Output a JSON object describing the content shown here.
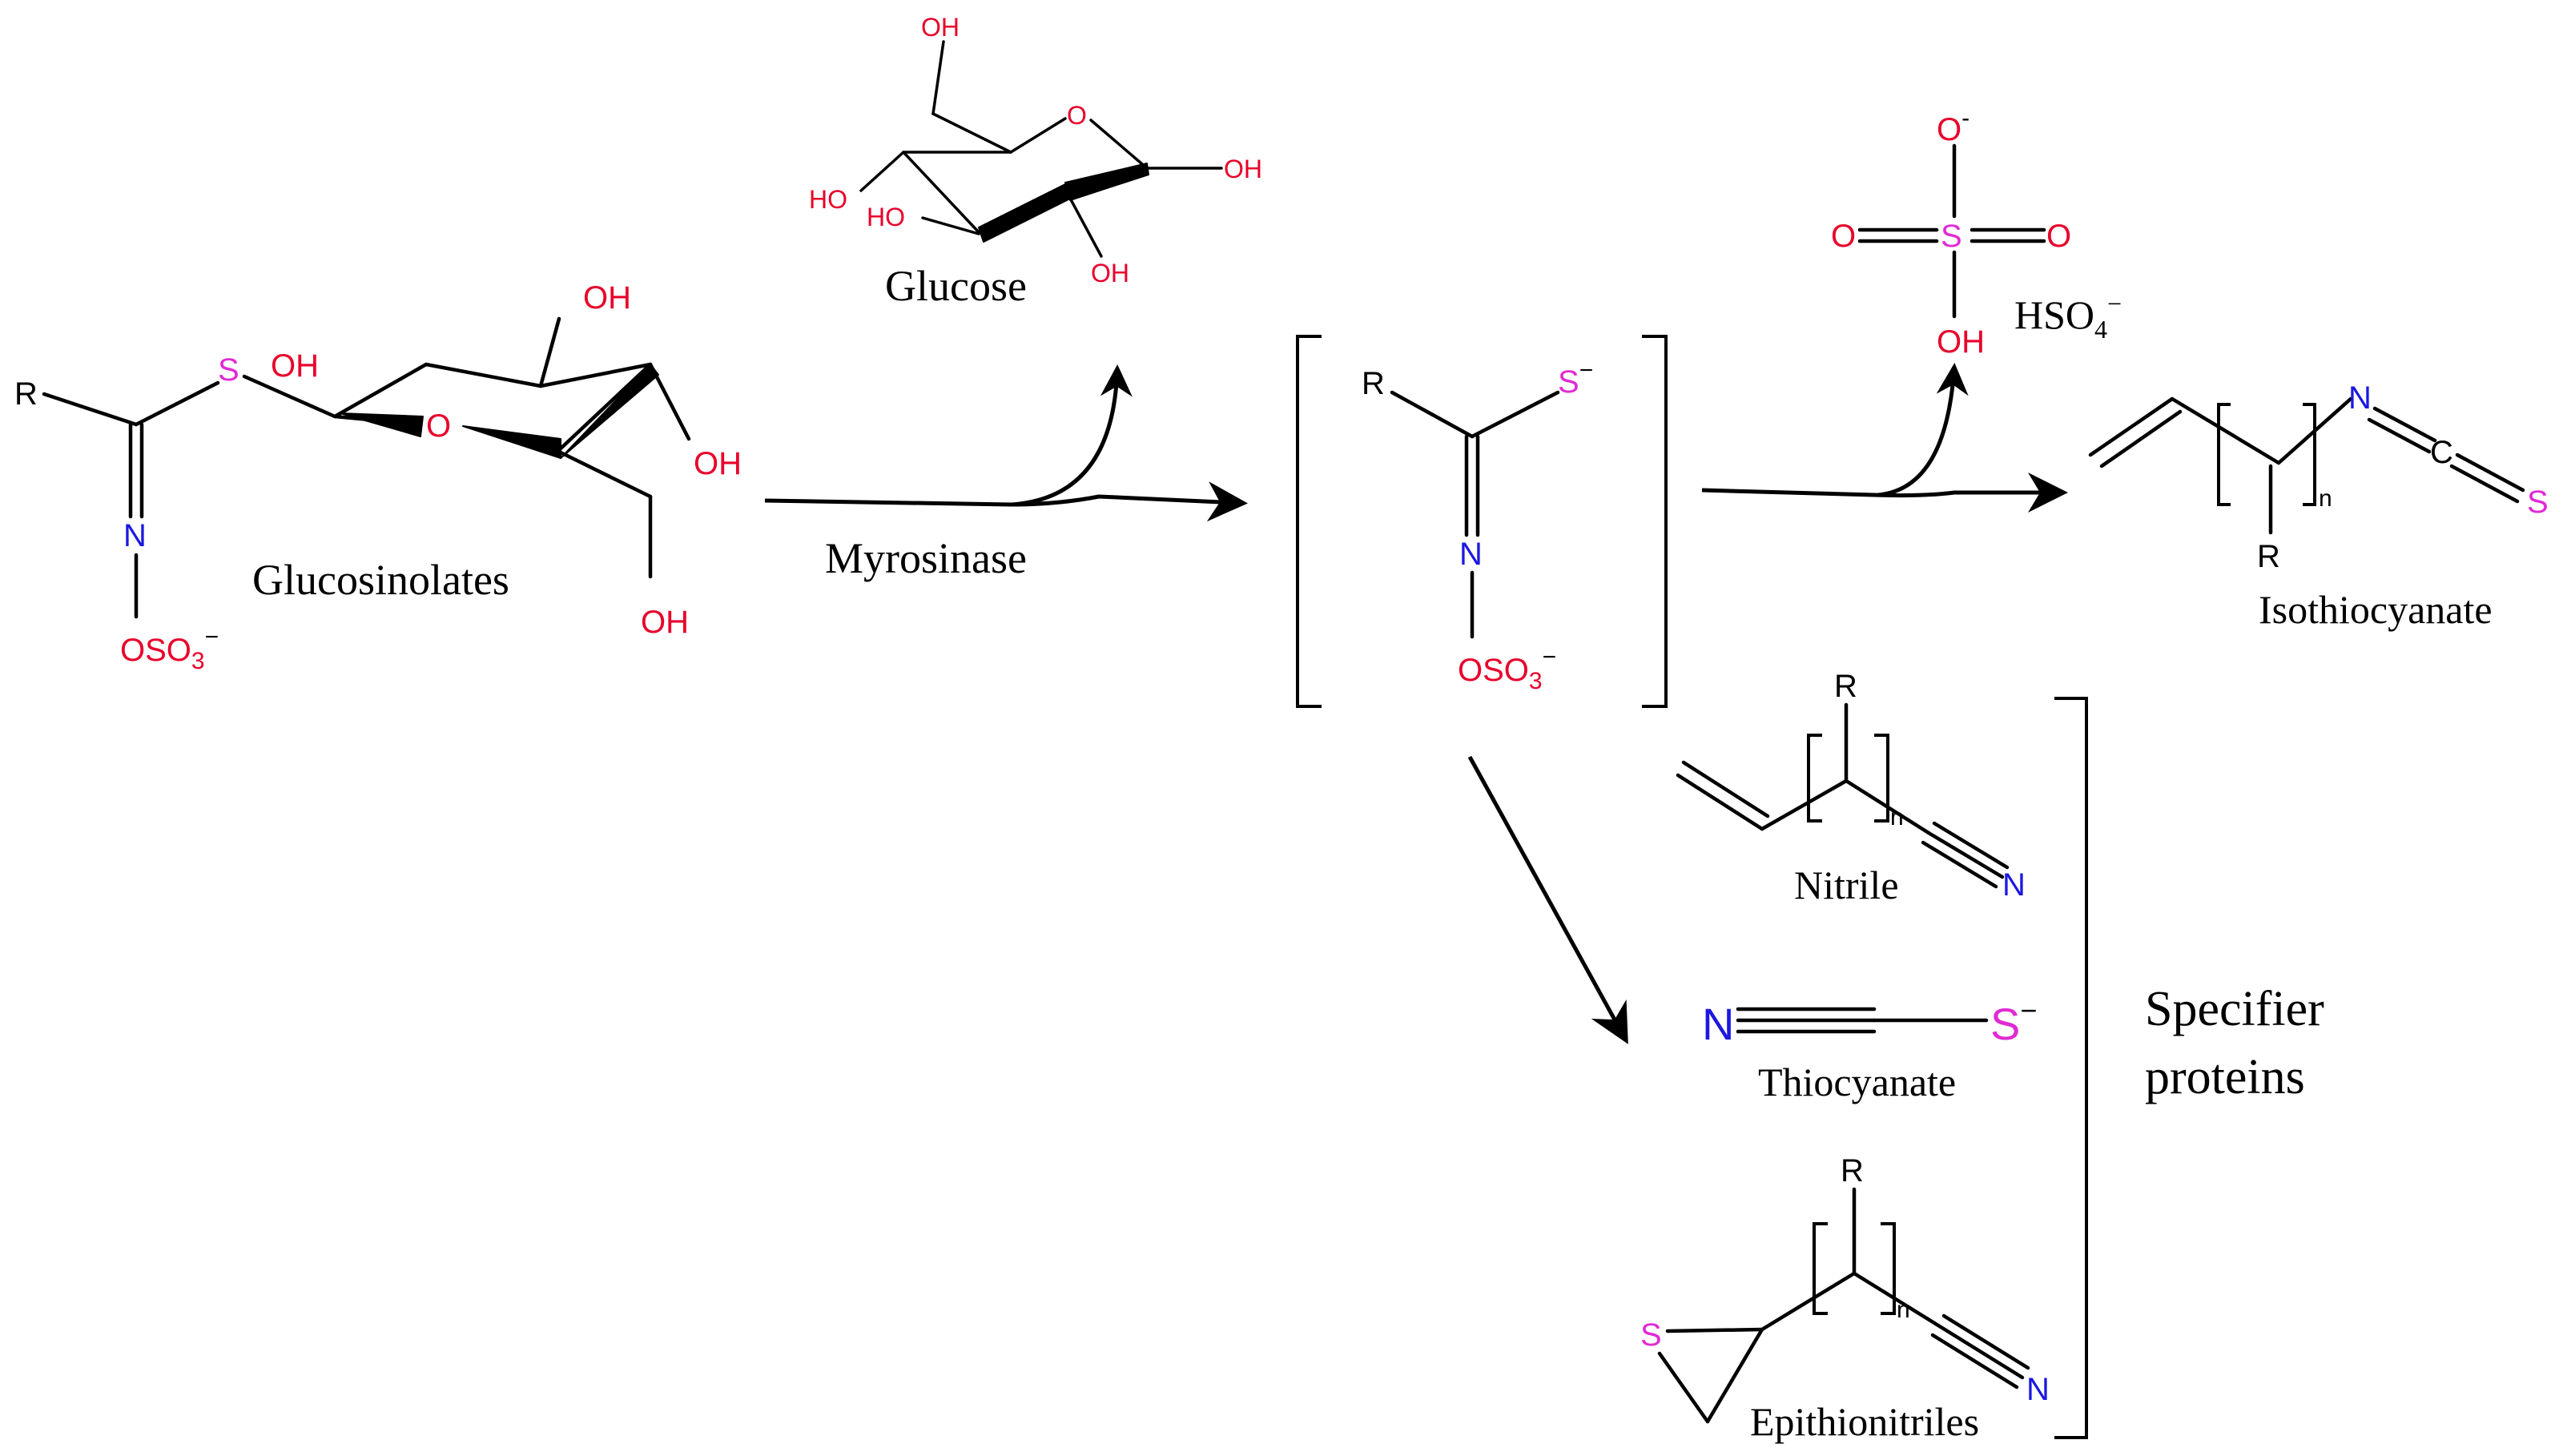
{
  "colors": {
    "oxygen": "#e8002a",
    "nitrogen": "#1c18e0",
    "sulfur": "#e02ad4",
    "carbon": "#000000"
  },
  "labels": {
    "glucosinolates": "Glucosinolates",
    "myrosinase": "Myrosinase",
    "glucose": "Glucose",
    "hso4_main": "HSO",
    "hso4_sub": "4",
    "hso4_sup": "−",
    "isothiocyanate": "Isothiocyanate",
    "nitrile": "Nitrile",
    "thiocyanate": "Thiocyanate",
    "epithionitriles": "Epithionitriles",
    "specifier_line1": "Specifier",
    "specifier_line2": "proteins"
  },
  "atoms": {
    "R": "R",
    "S": "S",
    "N": "N",
    "O": "O",
    "OH": "OH",
    "HO": "HO",
    "OSO": "OSO",
    "sub3": "3",
    "minus": "−",
    "sup_minus": "-",
    "n": "n"
  }
}
